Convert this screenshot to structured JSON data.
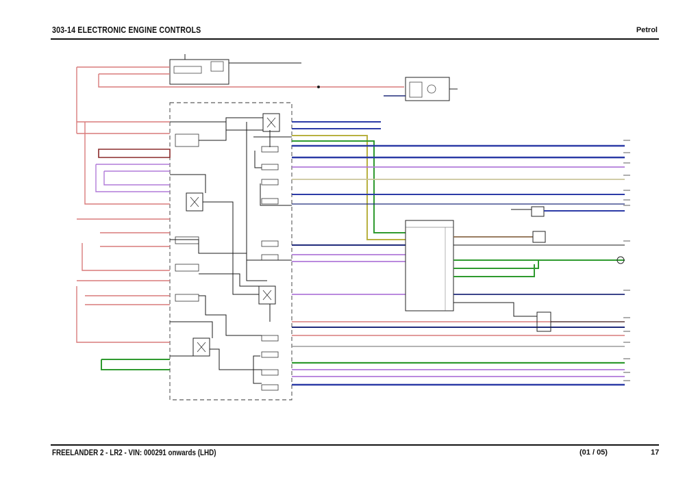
{
  "header": {
    "title": "303-14 ELECTRONIC ENGINE CONTROLS",
    "section": "Petrol"
  },
  "footer": {
    "vehicle": "FREELANDER 2 - LR2 - VIN: 000291 onwards (LHD)",
    "edition": "(01 / 05)",
    "page": "17"
  },
  "colors": {
    "red": "#d97a7a",
    "blue": "#2b3aa6",
    "navy": "#1f2a7a",
    "purple": "#b07ad9",
    "green": "#2e9a2e",
    "olive": "#b8b040",
    "brown": "#8a6a4a",
    "gray": "#9a9a9a",
    "black": "#1a1a1a"
  }
}
